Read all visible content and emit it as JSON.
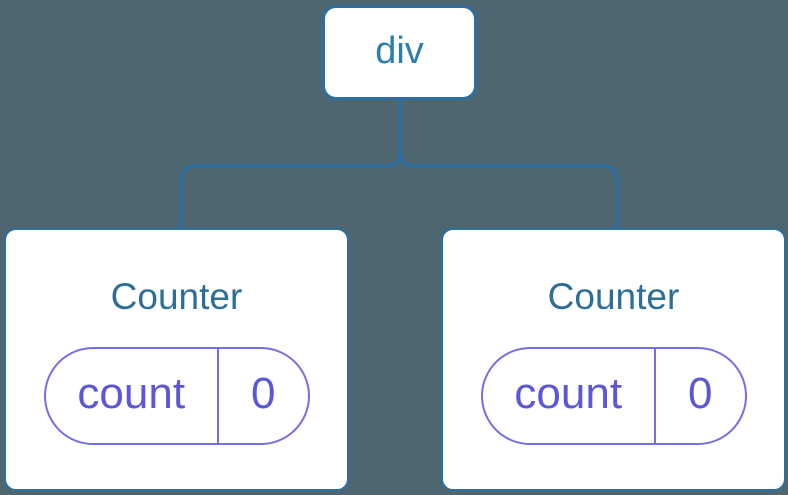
{
  "colors": {
    "background": "#4D6670",
    "node-bg": "#FFFFFF",
    "node-border": "#2E6FA2",
    "connector": "#2E6FA2",
    "root-label": "#2E7CB0",
    "card-title": "#2C6E99",
    "pill-border": "#756EE3",
    "pill-text": "#5C56D8"
  },
  "tree": {
    "root": {
      "label": "div"
    },
    "children": [
      {
        "title": "Counter",
        "state": {
          "key": "count",
          "value": "0"
        }
      },
      {
        "title": "Counter",
        "state": {
          "key": "count",
          "value": "0"
        }
      }
    ]
  }
}
